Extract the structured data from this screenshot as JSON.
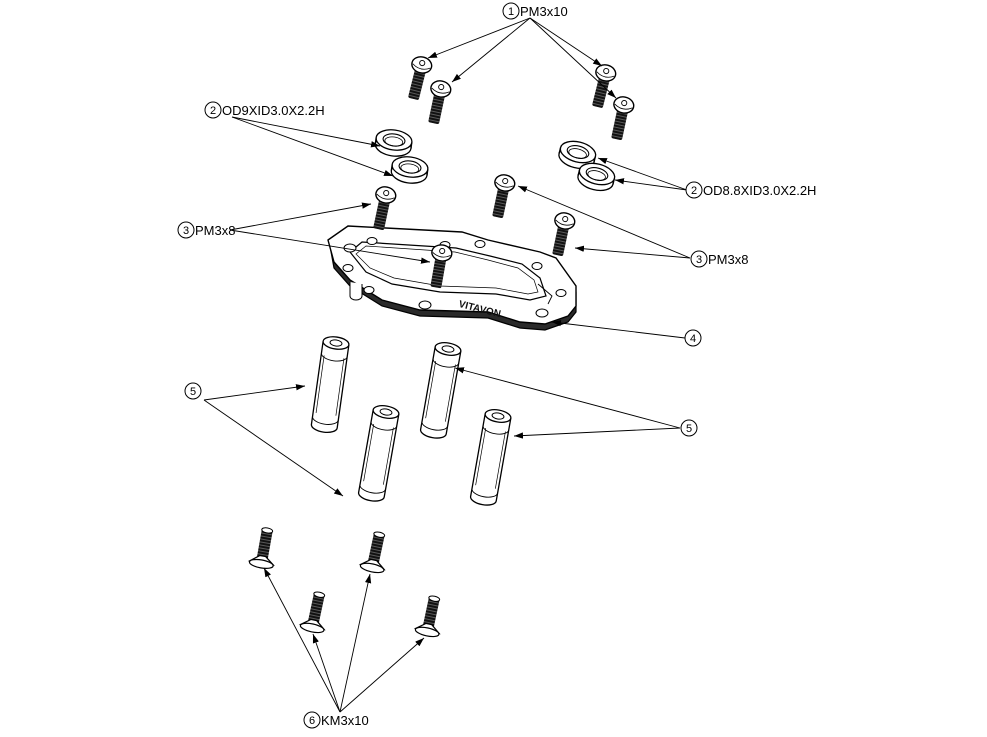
{
  "callouts": {
    "c1": {
      "num": "1",
      "text": "PM3x10"
    },
    "c2a": {
      "num": "2",
      "text": "OD9XID3.0X2.2H"
    },
    "c2b": {
      "num": "2",
      "text": "OD8.8XID3.0X2.2H"
    },
    "c3a": {
      "num": "3",
      "text": "PM3x8"
    },
    "c3b": {
      "num": "3",
      "text": "PM3x8"
    },
    "c4": {
      "num": "4",
      "text": ""
    },
    "c5a": {
      "num": "5",
      "text": ""
    },
    "c5b": {
      "num": "5",
      "text": ""
    },
    "c6": {
      "num": "6",
      "text": "KM3x10"
    }
  },
  "plate": {
    "brand_text": "VITAVON"
  },
  "colors": {
    "line": "#000000",
    "part": "#ffffff",
    "thread": "#111111"
  }
}
